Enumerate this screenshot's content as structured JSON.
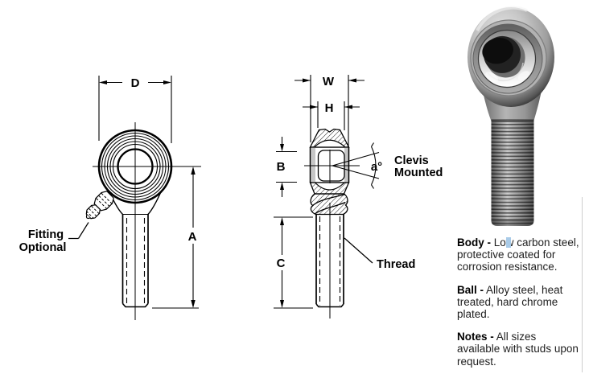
{
  "colors": {
    "line": "#1a1a1a",
    "cursor_highlight": "#a9cbe8"
  },
  "front_view": {
    "dim_head_diameter": "D",
    "dim_overall_length": "A",
    "fitting_note_line1": "Fitting",
    "fitting_note_line2": "Optional"
  },
  "side_view": {
    "dim_housing_width": "W",
    "dim_ball_width": "H",
    "dim_race_width": "B",
    "dim_thread_length": "C",
    "misalignment_angle": "a°",
    "clevis_note_line1": "Clevis",
    "clevis_note_line2": "Mounted",
    "thread_label": "Thread"
  },
  "specs": [
    {
      "term": "Body -",
      "text": "Low carbon steel, protective coated for corrosion resistance."
    },
    {
      "term": "Ball -",
      "text": "Alloy steel, heat treated, hard chrome plated."
    },
    {
      "term": "Notes -",
      "text": "All sizes available with studs upon request."
    }
  ]
}
